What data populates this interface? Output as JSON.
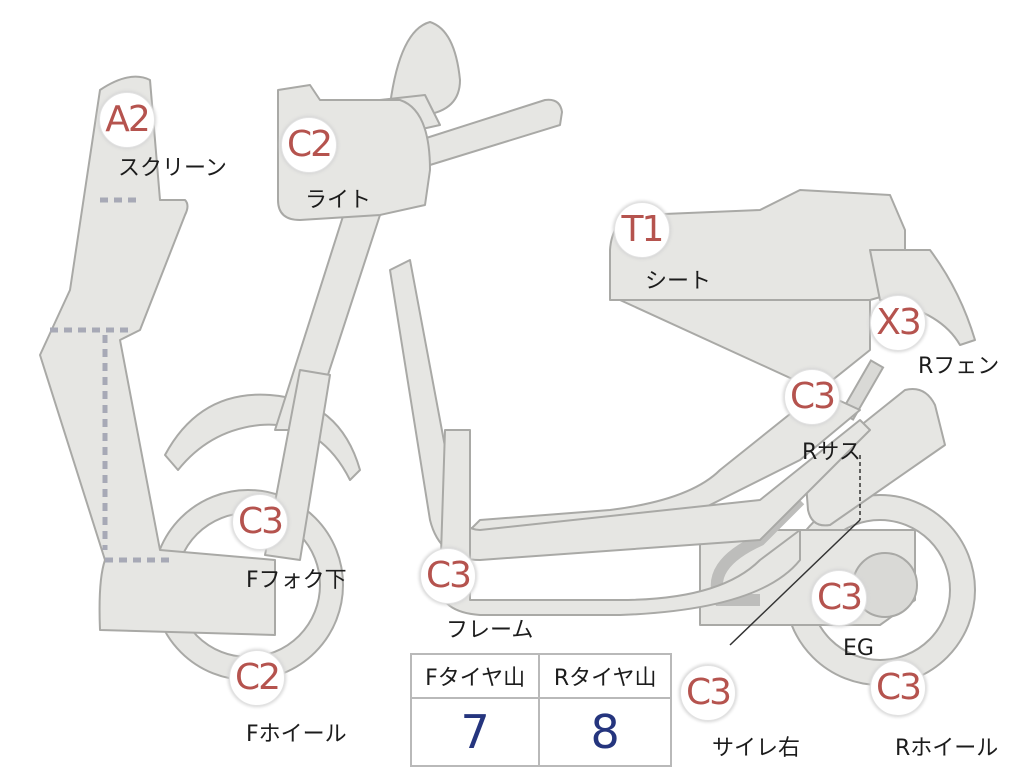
{
  "parts": [
    {
      "id": "screen",
      "code": "A2",
      "label": "スクリーン"
    },
    {
      "id": "light",
      "code": "C2",
      "label": "ライト"
    },
    {
      "id": "seat",
      "code": "T1",
      "label": "シート"
    },
    {
      "id": "rear-fender",
      "code": "X3",
      "label": "Rフェン"
    },
    {
      "id": "rear-suspension",
      "code": "C3",
      "label": "Rサス"
    },
    {
      "id": "front-fork-lower",
      "code": "C3",
      "label": "Fフォク下"
    },
    {
      "id": "frame",
      "code": "C3",
      "label": "フレーム"
    },
    {
      "id": "engine",
      "code": "C3",
      "label": "EG"
    },
    {
      "id": "front-wheel",
      "code": "C2",
      "label": "Fホイール"
    },
    {
      "id": "muffler-right",
      "code": "C3",
      "label": "サイレ右"
    },
    {
      "id": "rear-wheel",
      "code": "C3",
      "label": "Rホイール"
    }
  ],
  "tread_table": {
    "headers": [
      "Fタイヤ山",
      "Rタイヤ山"
    ],
    "values": [
      "7",
      "8"
    ]
  },
  "colors": {
    "code_text": "#b5534e",
    "value_text": "#25357e",
    "body_fill": "#e6e6e3",
    "outline": "#a9a9a6"
  }
}
